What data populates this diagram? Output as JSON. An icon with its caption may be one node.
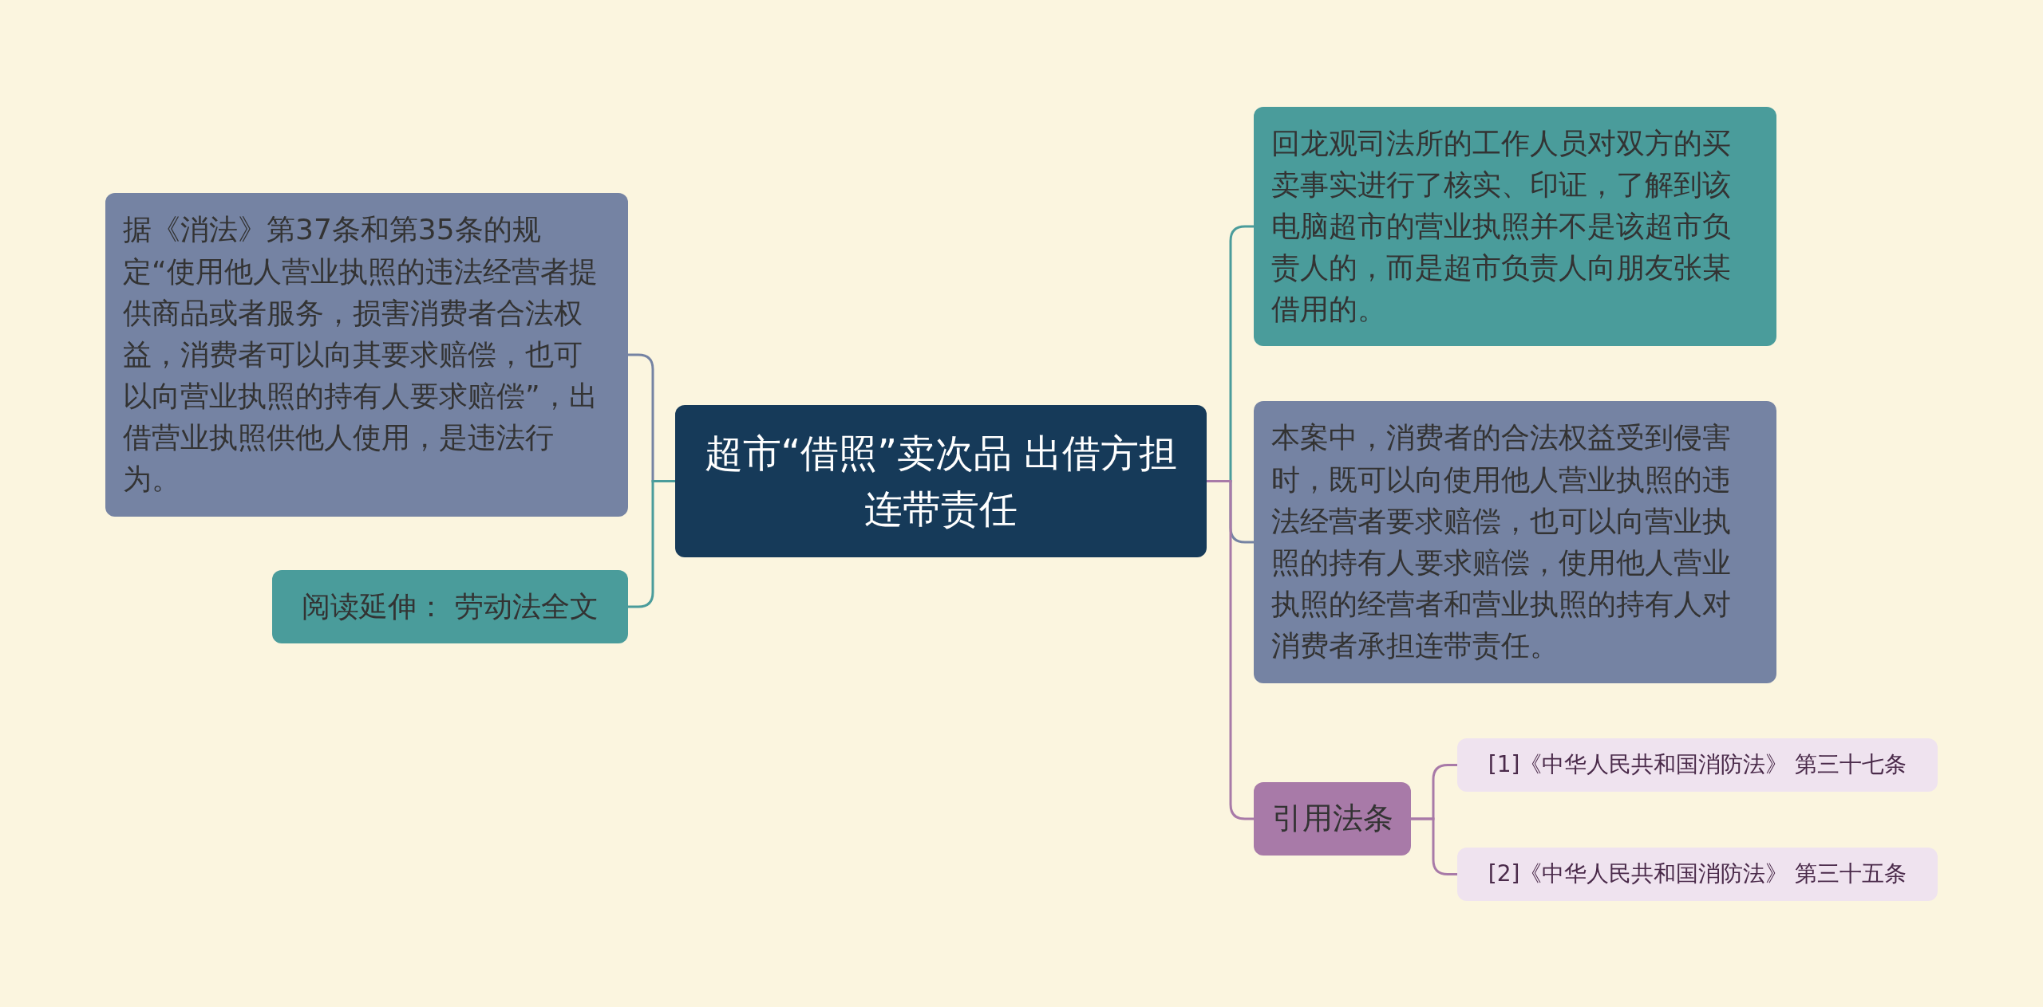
{
  "diagram": {
    "nodes": [
      {
        "text": [
          "超市“借照”卖次品  出借方担连带责任"
        ]
      },
      {
        "text": [
          "据《消法》第37条和第35条的规定“使用他人营业执照的违法经营者提供商品或者服务，损害消费者合法权益，消费者可以向其要求赔偿，也可以向营业执照的持有人要求赔偿”，出借营业执照供他人使用，是违法行为。"
        ]
      },
      {
        "text": [
          "阅读延伸：  劳动法全文"
        ]
      },
      {
        "text": [
          "回龙观司法所的工作人员对双方的买卖事实进行了核实、印证，了解到该电脑超市的营业执照并不是该超市负责人的，而是超市负责人向朋友张某借用的。"
        ]
      },
      {
        "text": [
          "本案中，消费者的合法权益受到侵害时，既可以向使用他人营业执照的违法经营者要求赔偿，也可以向营业执照的持有人要求赔偿，使用他人营业执照的经营者和营业执照的持有人对消费者承担连带责任。"
        ]
      },
      {
        "text": [
          "引用法条"
        ]
      },
      {
        "text": [
          "[1]《中华人民共和国消防法》 第三十七条"
        ]
      },
      {
        "text": [
          "[2]《中华人民共和国消防法》 第三十五条"
        ]
      }
    ],
    "edges": [
      {
        "from": 0,
        "to": 1,
        "arrow": "none",
        "color": "#7583a3"
      },
      {
        "from": 0,
        "to": 2,
        "arrow": "none",
        "color": "#4a9c9b"
      },
      {
        "from": 0,
        "to": 3,
        "arrow": "none",
        "color": "#4a9c9b"
      },
      {
        "from": 0,
        "to": 4,
        "arrow": "none",
        "color": "#7583a3"
      },
      {
        "from": 0,
        "to": 5,
        "arrow": "none"
      },
      {
        "from": 5,
        "to": 6,
        "arrow": "none"
      },
      {
        "from": 5,
        "to": 7,
        "arrow": "none"
      }
    ]
  }
}
